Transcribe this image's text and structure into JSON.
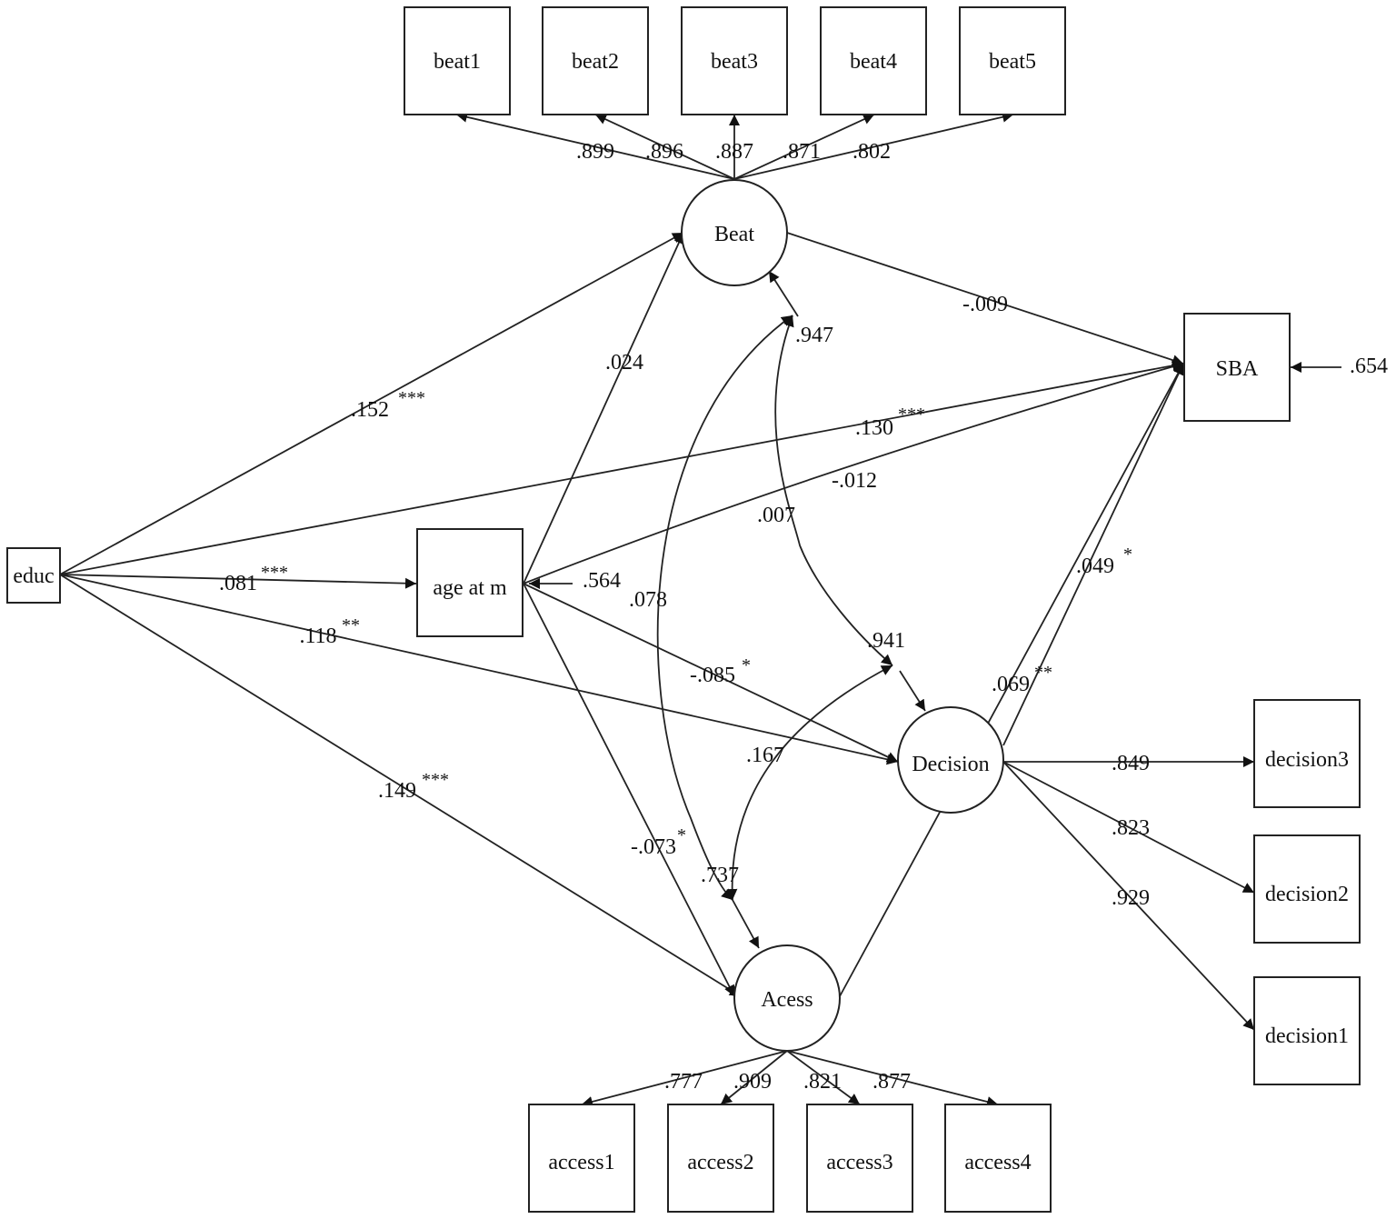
{
  "nodes": {
    "beat1": "beat1",
    "beat2": "beat2",
    "beat3": "beat3",
    "beat4": "beat4",
    "beat5": "beat5",
    "beat": "Beat",
    "sba": "SBA",
    "sba_error": ".654",
    "educ": "educ",
    "age": "age at m",
    "decision": "Decision",
    "decision3": "decision3",
    "decision2": "decision2",
    "decision1": "decision1",
    "acess": "Acess",
    "access1": "access1",
    "access2": "access2",
    "access3": "access3",
    "access4": "access4"
  },
  "coefficients": {
    "beat_beat1": ".899",
    "beat_beat2": ".896",
    "beat_beat3": ".887",
    "beat_beat4": ".871",
    "beat_beat5": ".802",
    "educ_beat": ".152",
    "educ_beat_sig": "***",
    "beat_sba": "-.009",
    "educ_sba": ".130",
    "educ_sba_sig": "***",
    "age_sba": "-.012",
    "age_beat": ".024",
    "beat_decision_cov": ".007",
    "beat_r2": ".947",
    "educ_age": ".081",
    "educ_age_sig": "***",
    "age_r2": ".564",
    "beat_acess_cov": ".078",
    "educ_decision": ".118",
    "educ_decision_sig": "**",
    "decision_r2": ".941",
    "age_decision": "-.085",
    "age_decision_sig": "*",
    "decision_sba": ".049",
    "decision_sba_sig": "*",
    "acess_sba": ".069",
    "acess_sba_sig": "**",
    "educ_acess": ".149",
    "educ_acess_sig": "***",
    "decision_acess_cov": ".167",
    "age_acess": "-.073",
    "age_acess_sig": "*",
    "acess_r2": ".737",
    "decision_decision3": ".849",
    "decision_decision2": ".823",
    "decision_decision1": ".929",
    "acess_access1": ".777",
    "acess_access2": ".909",
    "acess_access3": ".821",
    "acess_access4": ".877"
  }
}
